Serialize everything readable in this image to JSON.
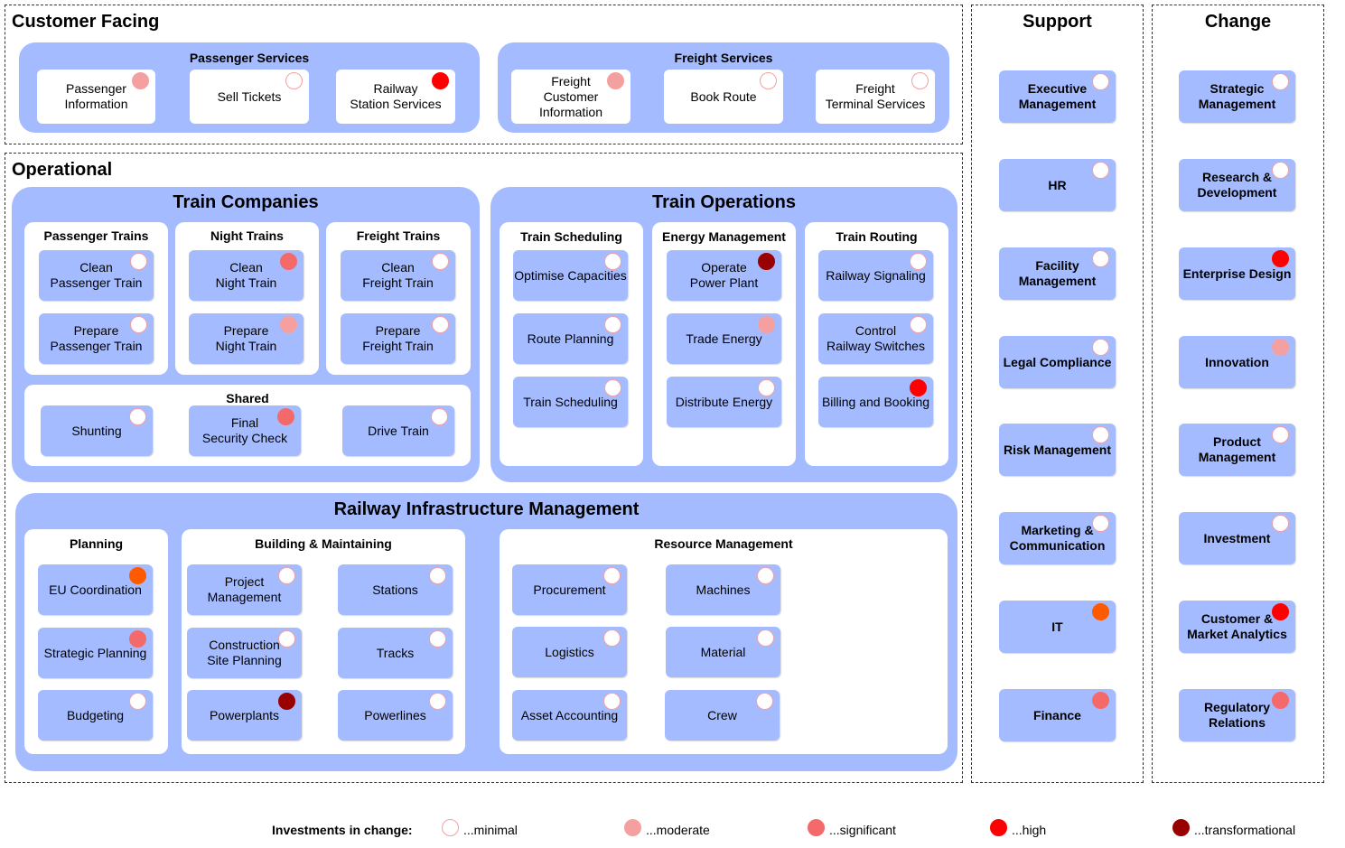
{
  "levels": {
    "minimal": {
      "label": "...minimal",
      "color": "#ffffff",
      "border": "#f4a0a0"
    },
    "moderate": {
      "label": "...moderate",
      "color": "#f5a0a0",
      "border": "#f5a0a0"
    },
    "significant": {
      "label": "...significant",
      "color": "#f46a6a",
      "border": "#f46a6a"
    },
    "high": {
      "label": "...high",
      "color": "#ff0000",
      "border": "#ff0000"
    },
    "transformational": {
      "label": "...transformational",
      "color": "#990000",
      "border": "#990000"
    },
    "orange": {
      "label": "",
      "color": "#ff5a00",
      "border": "#ff5a00"
    }
  },
  "zones": {
    "customer_facing": "Customer Facing",
    "operational": "Operational",
    "support": "Support",
    "change": "Change"
  },
  "groups": {
    "passenger_services": "Passenger Services",
    "freight_services": "Freight Services",
    "train_companies": "Train Companies",
    "train_operations": "Train Operations",
    "infra": "Railway Infrastructure Management"
  },
  "panels": {
    "passenger_trains": "Passenger Trains",
    "night_trains": "Night Trains",
    "freight_trains": "Freight Trains",
    "shared": "Shared",
    "train_scheduling": "Train Scheduling",
    "energy_management": "Energy Management",
    "train_routing": "Train Routing",
    "planning": "Planning",
    "building": "Building & Maintaining",
    "resource": "Resource Management"
  },
  "capabilities": {
    "passenger_information": {
      "label": "Passenger\nInformation",
      "level": "moderate"
    },
    "sell_tickets": {
      "label": "Sell Tickets",
      "level": "minimal"
    },
    "railway_station_services": {
      "label": "Railway\nStation Services",
      "level": "high"
    },
    "freight_customer_information": {
      "label": "Freight\nCustomer\nInformation",
      "level": "moderate"
    },
    "book_route": {
      "label": "Book Route",
      "level": "minimal"
    },
    "freight_terminal_services": {
      "label": "Freight\nTerminal Services",
      "level": "minimal"
    },
    "clean_passenger_train": {
      "label": "Clean\nPassenger Train",
      "level": "minimal"
    },
    "prepare_passenger_train": {
      "label": "Prepare\nPassenger Train",
      "level": "minimal"
    },
    "clean_night_train": {
      "label": "Clean\nNight Train",
      "level": "significant"
    },
    "prepare_night_train": {
      "label": "Prepare\nNight Train",
      "level": "moderate"
    },
    "clean_freight_train": {
      "label": "Clean\nFreight Train",
      "level": "minimal"
    },
    "prepare_freight_train": {
      "label": "Prepare\nFreight Train",
      "level": "minimal"
    },
    "shunting": {
      "label": "Shunting",
      "level": "minimal"
    },
    "final_security_check": {
      "label": "Final\nSecurity Check",
      "level": "significant"
    },
    "drive_train": {
      "label": "Drive Train",
      "level": "minimal"
    },
    "optimise_capacities": {
      "label": "Optimise Capacities",
      "level": "minimal"
    },
    "route_planning": {
      "label": "Route Planning",
      "level": "minimal"
    },
    "train_scheduling_cap": {
      "label": "Train Scheduling",
      "level": "minimal"
    },
    "operate_power_plant": {
      "label": "Operate\nPower Plant",
      "level": "transformational"
    },
    "trade_energy": {
      "label": "Trade Energy",
      "level": "moderate"
    },
    "distribute_energy": {
      "label": "Distribute Energy",
      "level": "minimal"
    },
    "railway_signaling": {
      "label": "Railway Signaling",
      "level": "minimal"
    },
    "control_railway_switches": {
      "label": "Control\nRailway Switches",
      "level": "minimal"
    },
    "billing_and_booking": {
      "label": "Billing and Booking",
      "level": "high"
    },
    "eu_coordination": {
      "label": "EU Coordination",
      "level": "orange"
    },
    "strategic_planning": {
      "label": "Strategic Planning",
      "level": "significant"
    },
    "budgeting": {
      "label": "Budgeting",
      "level": "minimal"
    },
    "project_management": {
      "label": "Project\nManagement",
      "level": "minimal"
    },
    "stations": {
      "label": "Stations",
      "level": "minimal"
    },
    "construction_site_planning": {
      "label": "Construction\nSite Planning",
      "level": "minimal"
    },
    "tracks": {
      "label": "Tracks",
      "level": "minimal"
    },
    "powerplants": {
      "label": "Powerplants",
      "level": "transformational"
    },
    "powerlines": {
      "label": "Powerlines",
      "level": "minimal"
    },
    "procurement": {
      "label": "Procurement",
      "level": "minimal"
    },
    "machines": {
      "label": "Machines",
      "level": "minimal"
    },
    "logistics": {
      "label": "Logistics",
      "level": "minimal"
    },
    "material": {
      "label": "Material",
      "level": "minimal"
    },
    "asset_accounting": {
      "label": "Asset Accounting",
      "level": "minimal"
    },
    "crew": {
      "label": "Crew",
      "level": "minimal"
    },
    "executive_management": {
      "label": "Executive\nManagement",
      "level": "minimal"
    },
    "hr": {
      "label": "HR",
      "level": "minimal"
    },
    "facility_management": {
      "label": "Facility\nManagement",
      "level": "minimal"
    },
    "legal_compliance": {
      "label": "Legal Compliance",
      "level": "minimal"
    },
    "risk_management": {
      "label": "Risk Management",
      "level": "minimal"
    },
    "marketing_communication": {
      "label": "Marketing &\nCommunication",
      "level": "minimal"
    },
    "it": {
      "label": "IT",
      "level": "orange"
    },
    "finance": {
      "label": "Finance",
      "level": "significant"
    },
    "strategic_management": {
      "label": "Strategic\nManagement",
      "level": "minimal"
    },
    "research_development": {
      "label": "Research &\nDevelopment",
      "level": "minimal"
    },
    "enterprise_design": {
      "label": "Enterprise Design",
      "level": "high"
    },
    "innovation": {
      "label": "Innovation",
      "level": "moderate"
    },
    "product_management": {
      "label": "Product\nManagement",
      "level": "minimal"
    },
    "investment": {
      "label": "Investment",
      "level": "minimal"
    },
    "customer_market_analytics": {
      "label": "Customer &\nMarket Analytics",
      "level": "high"
    },
    "regulatory_relations": {
      "label": "Regulatory\nRelations",
      "level": "significant"
    }
  },
  "legend": {
    "title": "Investments in change:",
    "items": [
      "minimal",
      "moderate",
      "significant",
      "high",
      "transformational"
    ]
  }
}
